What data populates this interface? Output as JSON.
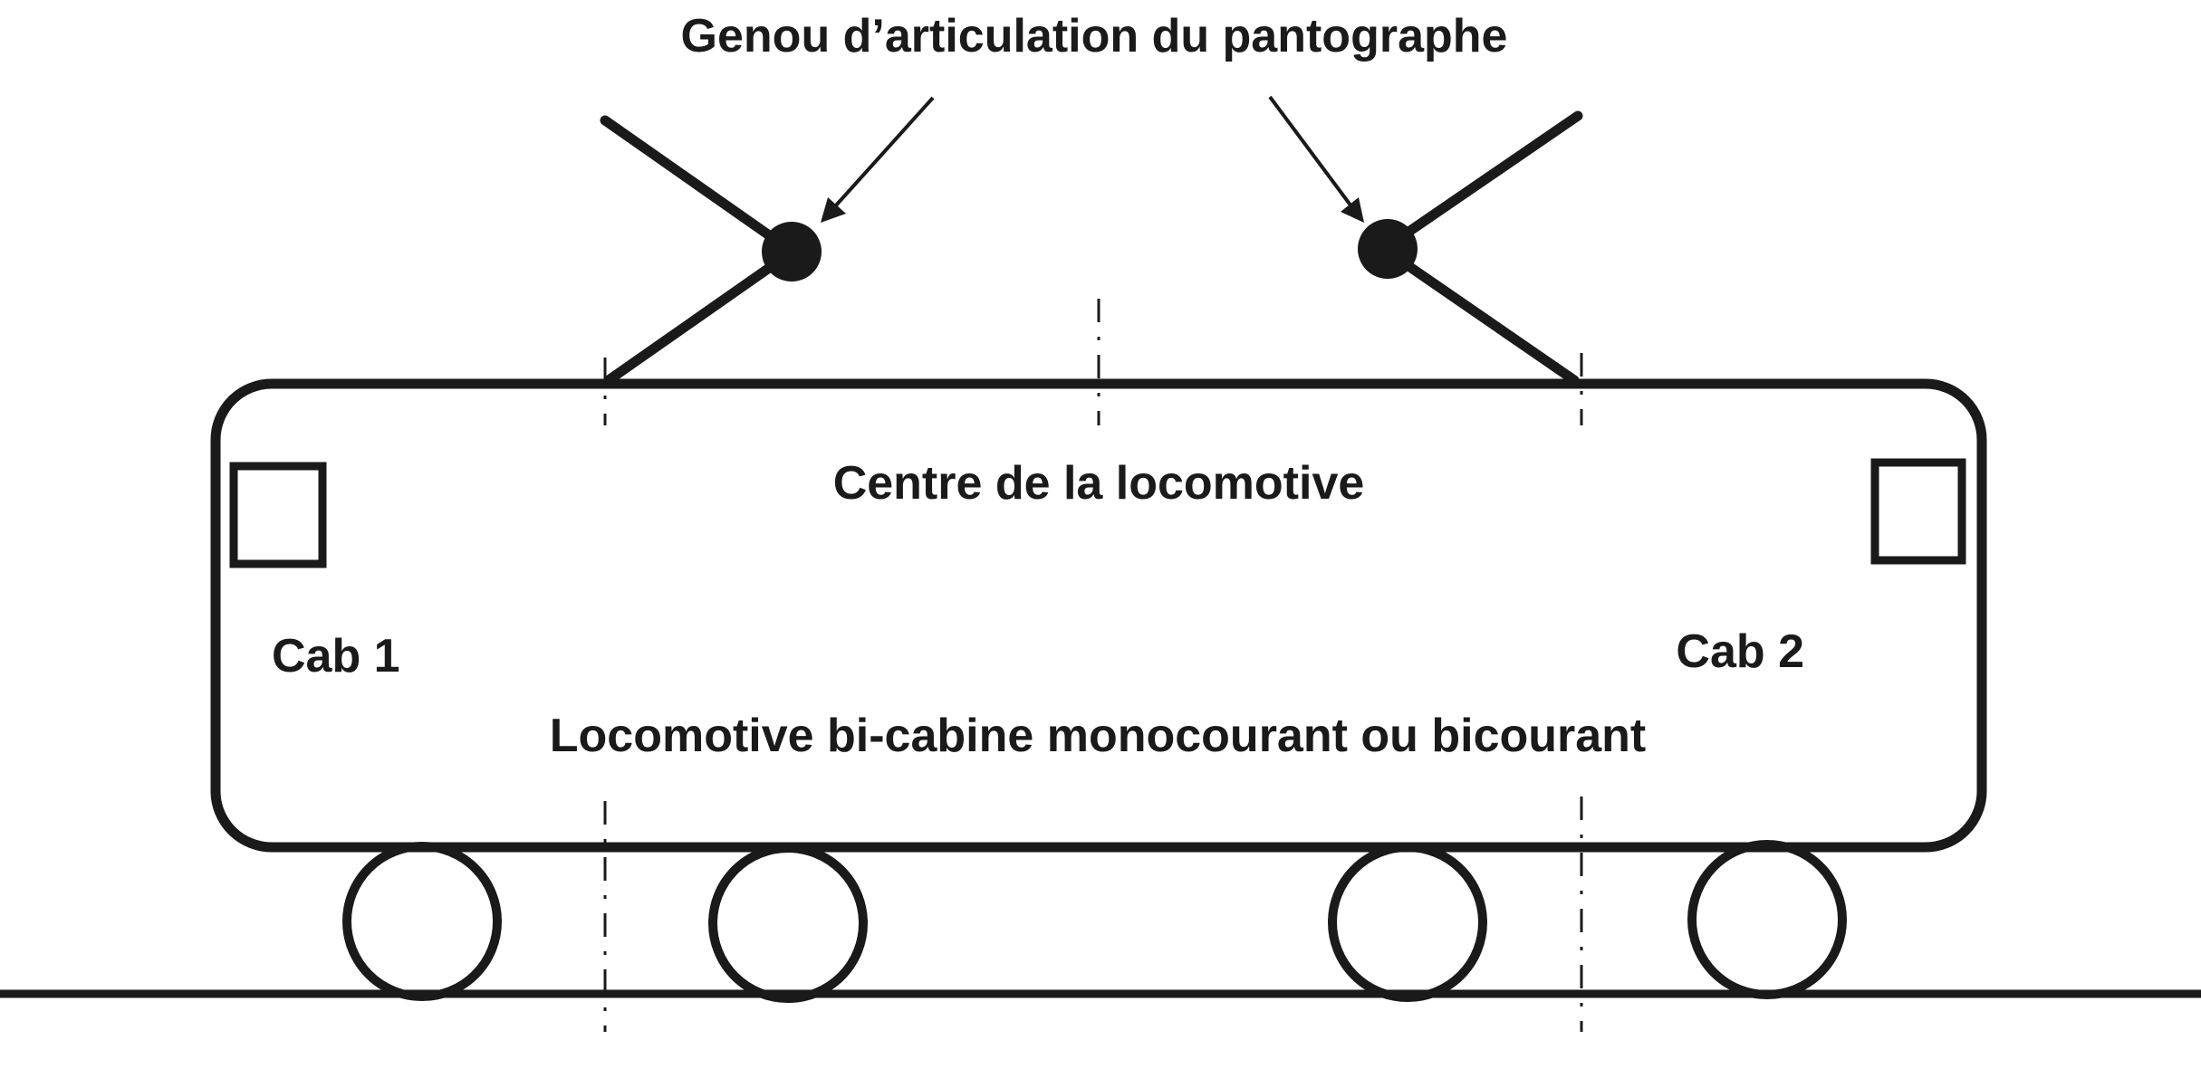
{
  "labels": {
    "knee_title": "Genou d’articulation du pantographe",
    "center": "Centre de la locomotive",
    "cab_left": "Cab 1",
    "cab_right": "Cab 2",
    "description": "Locomotive bi-cabine monocourant ou bicourant"
  },
  "colors": {
    "ink": "#1a1a1a",
    "background": "#ffffff"
  }
}
